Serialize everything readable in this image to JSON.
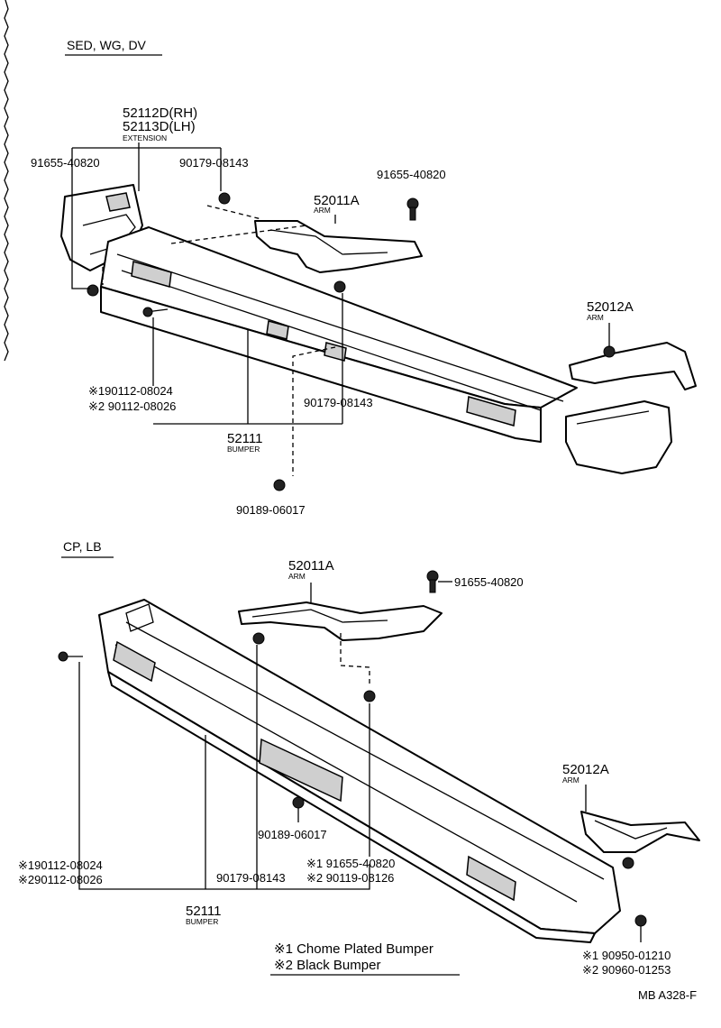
{
  "sections": {
    "top": {
      "heading": "SED, WG, DV",
      "labels": {
        "extension_rh": "52112D(RH)",
        "extension_lh": "52113D(LH)",
        "extension_name": "EXTENSION",
        "bolt_left": "91655-40820",
        "nut_top": "90179-08143",
        "bolt_arm": "91655-40820",
        "arm_left_no": "52011A",
        "arm_left_name": "ARM",
        "arm_right_no": "52012A",
        "arm_right_name": "ARM",
        "bolt_a1": "※190112-08024",
        "bolt_a2": "※2 90112-08026",
        "nut_lower": "90179-08143",
        "bumper_no": "52111",
        "bumper_name": "BUMPER",
        "clip": "90189-06017"
      }
    },
    "bottom": {
      "heading": "CP, LB",
      "labels": {
        "arm_left_no": "52011A",
        "arm_left_name": "ARM",
        "bolt_arm": "91655-40820",
        "bolt_a1": "※190112-08024",
        "bolt_a2": "※290112-08026",
        "clip": "90189-06017",
        "nut": "90179-08143",
        "bolt_b1": "※1 91655-40820",
        "bolt_b2": "※2 90119-08126",
        "bumper_no": "52111",
        "bumper_name": "BUMPER",
        "arm_right_no": "52012A",
        "arm_right_name": "ARM",
        "bolt_c1": "※1 90950-01210",
        "bolt_c2": "※2 90960-01253"
      }
    }
  },
  "legend": {
    "item1": "※1 Chome Plated Bumper",
    "item2": "※2 Black Bumper"
  },
  "footer_code": "MB A328-F"
}
